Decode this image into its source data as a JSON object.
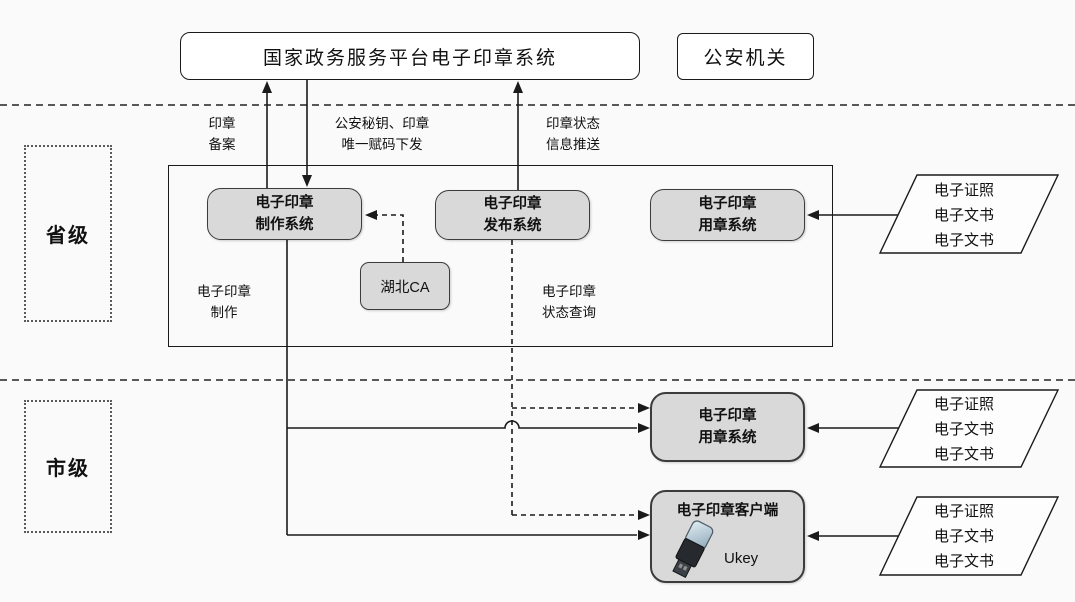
{
  "header": {
    "platform_title": "国家政务服务平台电子印章系统",
    "police_title": "公安机关"
  },
  "levels": {
    "province": "省级",
    "city": "市级"
  },
  "flow_labels": {
    "seal_record": [
      "印章",
      "备案"
    ],
    "key_code_issue": [
      "公安秘钥、印章",
      "唯一赋码下发"
    ],
    "status_push": [
      "印章状态",
      "信息推送"
    ],
    "seal_making": [
      "电子印章",
      "制作"
    ],
    "status_query": [
      "电子印章",
      "状态查询"
    ]
  },
  "province_boxes": {
    "making": [
      "电子印章",
      "制作系统"
    ],
    "publishing": [
      "电子印章",
      "发布系统"
    ],
    "using": [
      "电子印章",
      "用章系统"
    ],
    "ca": "湖北CA"
  },
  "city_boxes": {
    "using": [
      "电子印章",
      "用章系统"
    ],
    "client_title": "电子印章客户端",
    "ukey_label": "Ukey"
  },
  "documents": [
    [
      "电子证照",
      "电子文书",
      "电子文书"
    ],
    [
      "电子证照",
      "电子文书",
      "电子文书"
    ],
    [
      "电子证照",
      "电子文书",
      "电子文书"
    ]
  ],
  "colors": {
    "system_box_fill": "#d9d9d9",
    "line": "#1a1a1a",
    "background": "#fafafa"
  }
}
